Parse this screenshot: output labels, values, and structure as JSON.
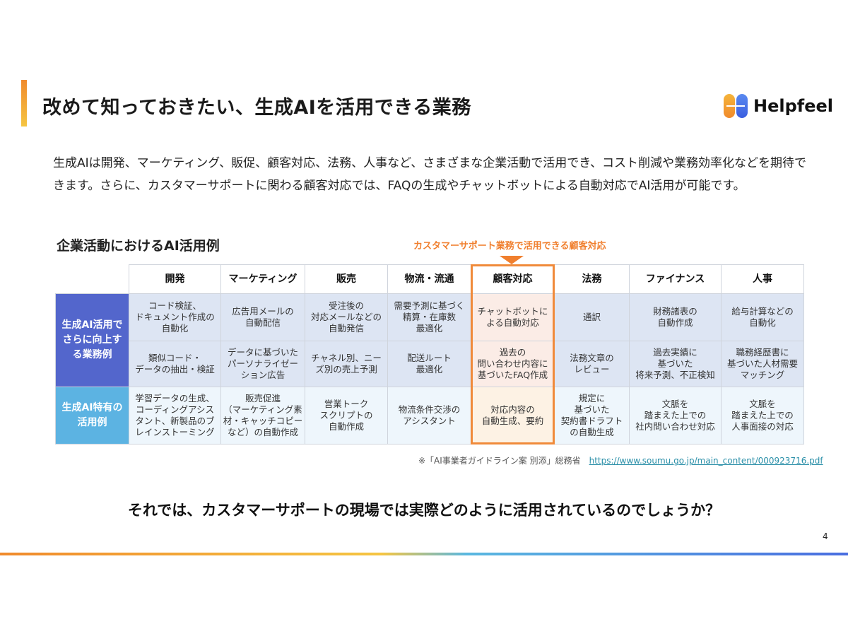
{
  "header": {
    "title": "改めて知っておきたい、生成AIを活用できる業務",
    "logo_text": "Helpfeel"
  },
  "intro": "生成AIは開発、マーケティング、販促、顧客対応、法務、人事など、さまざまな企業活動で活用でき、コスト削減や業務効率化などを期待できます。さらに、カスタマーサポートに関わる顧客対応では、FAQの生成やチャットボットによる自動対応でAI活用が可能です。",
  "table": {
    "title": "企業活動におけるAI活用例",
    "callout": "カスタマーサポート業務で活用できる顧客対応",
    "columns": [
      "開発",
      "マーケティング",
      "販売",
      "物流・流通",
      "顧客対応",
      "法務",
      "ファイナンス",
      "人事"
    ],
    "row_labels": [
      "生成AI活用で\nさらに向上す\nる業務例",
      "生成AI特有の\n活用例"
    ],
    "rows": [
      [
        "コード検証、\nドキュメント作成の\n自動化",
        "広告用メールの\n自動配信",
        "受注後の\n対応メールなどの\n自動発信",
        "需要予測に基づく\n精算・在庫数\n最適化",
        "チャットボットに\nよる自動対応",
        "通訳",
        "財務諸表の\n自動作成",
        "給与計算などの\n自動化"
      ],
      [
        "類似コード・\nデータの抽出・検証",
        "データに基づいた\nパーソナライゼー\nション広告",
        "チャネル別、ニー\nズ別の売上予測",
        "配送ルート\n最適化",
        "過去の\n問い合わせ内容に\n基づいたFAQ作成",
        "法務文章の\nレビュー",
        "過去実績に\n基づいた\n将来予測、不正検知",
        "職務経歴書に\n基づいた人材需要\nマッチング"
      ],
      [
        "学習データの生成、\nコーディングアシス\nタント、新製品のブ\nレインストーミング",
        "販売促進\n（マーケティング素\n材・キャッチコピー\nなど）の自動作成",
        "営業トーク\nスクリプトの\n自動作成",
        "物流条件交渉の\nアシスタント",
        "対応内容の\n自動生成、要約",
        "規定に\n基づいた\n契約書ドラフト\nの自動生成",
        "文脈を\n踏まえた上での\n社内問い合わせ対応",
        "文脈を\n踏まえた上での\n人事面接の対応"
      ]
    ]
  },
  "source": {
    "text": "※「AI事業者ガイドライン案 別添」総務省",
    "url": "https://www.soumu.go.jp/main_content/000923716.pdf"
  },
  "question": "それでは、カスタマーサポートの現場では実際どのように活用されているのでしょうか？",
  "page_number": "4",
  "colors": {
    "accent": "#f07f2e",
    "primary_blue": "#5366cc",
    "light_blue": "#5cb3e2"
  }
}
